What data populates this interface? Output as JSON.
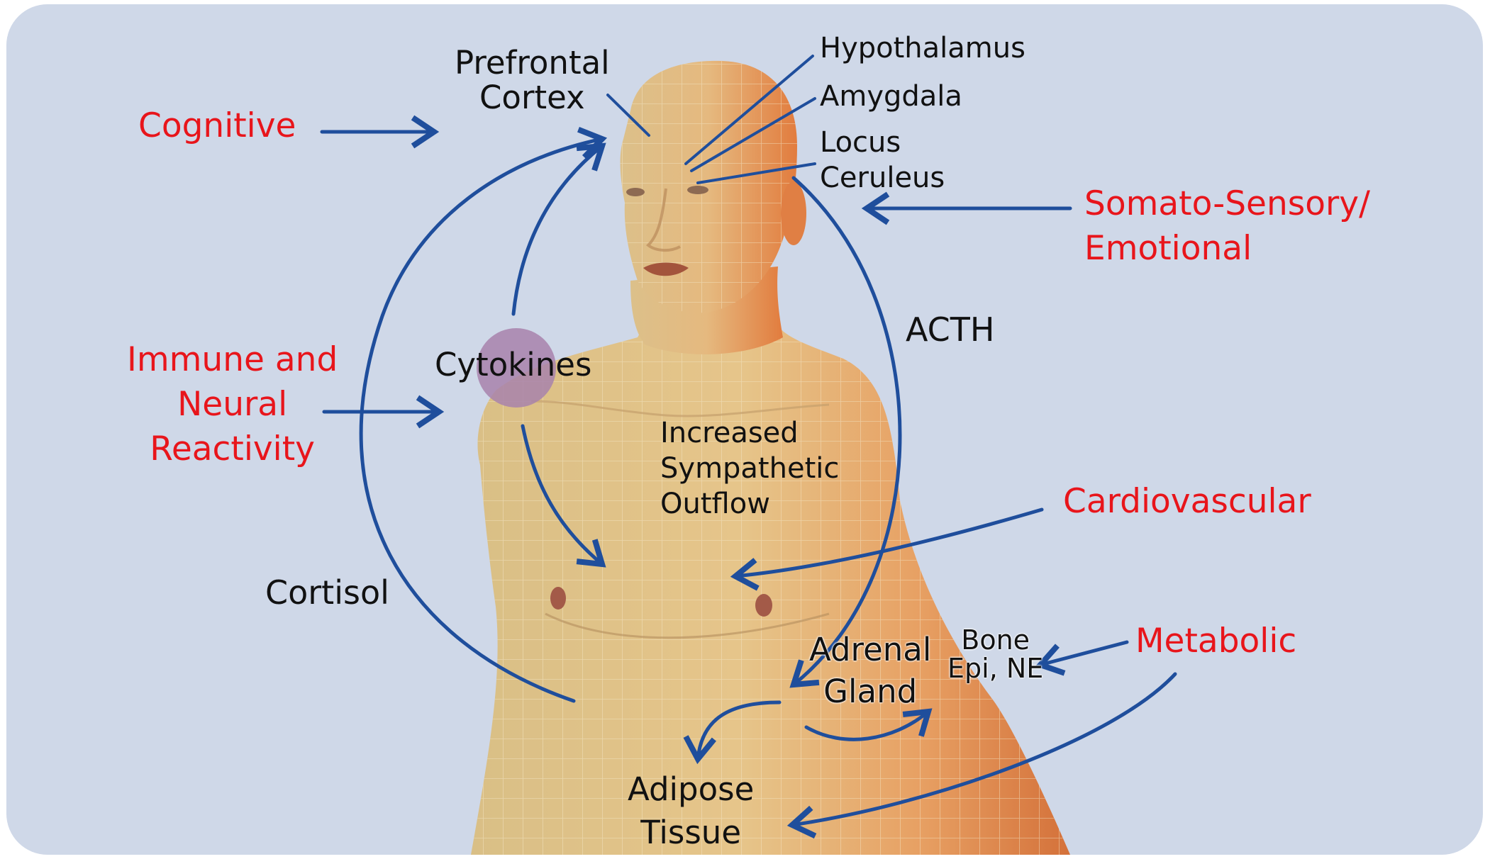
{
  "colors": {
    "background": "#cfd8e8",
    "red_label": "#e8151b",
    "arrow": "#1f4e9c",
    "skin_light": "#e3c48a",
    "skin_orange": "#e8894a",
    "cytokine_circle": "#a882ac"
  },
  "labels": {
    "prefrontal_cortex": [
      "Prefrontal",
      "Cortex"
    ],
    "hypothalamus": "Hypothalamus",
    "amygdala": "Amygdala",
    "locus_ceruleus": [
      "Locus",
      "Ceruleus"
    ],
    "cognitive": "Cognitive",
    "somato_sensory": [
      "Somato-Sensory/",
      "Emotional"
    ],
    "acth": "ACTH",
    "immune_neural": [
      "Immune and",
      "Neural",
      "Reactivity"
    ],
    "cytokines": "Cytokines",
    "increased_sympathetic": [
      "Increased",
      "Sympathetic",
      "Outflow"
    ],
    "cardiovascular": "Cardiovascular",
    "cortisol": "Cortisol",
    "adrenal_gland": [
      "Adrenal",
      "Gland"
    ],
    "bone": [
      "Bone",
      "Epi, NE"
    ],
    "metabolic": "Metabolic",
    "adipose_tissue": [
      "Adipose",
      "Tissue"
    ]
  }
}
